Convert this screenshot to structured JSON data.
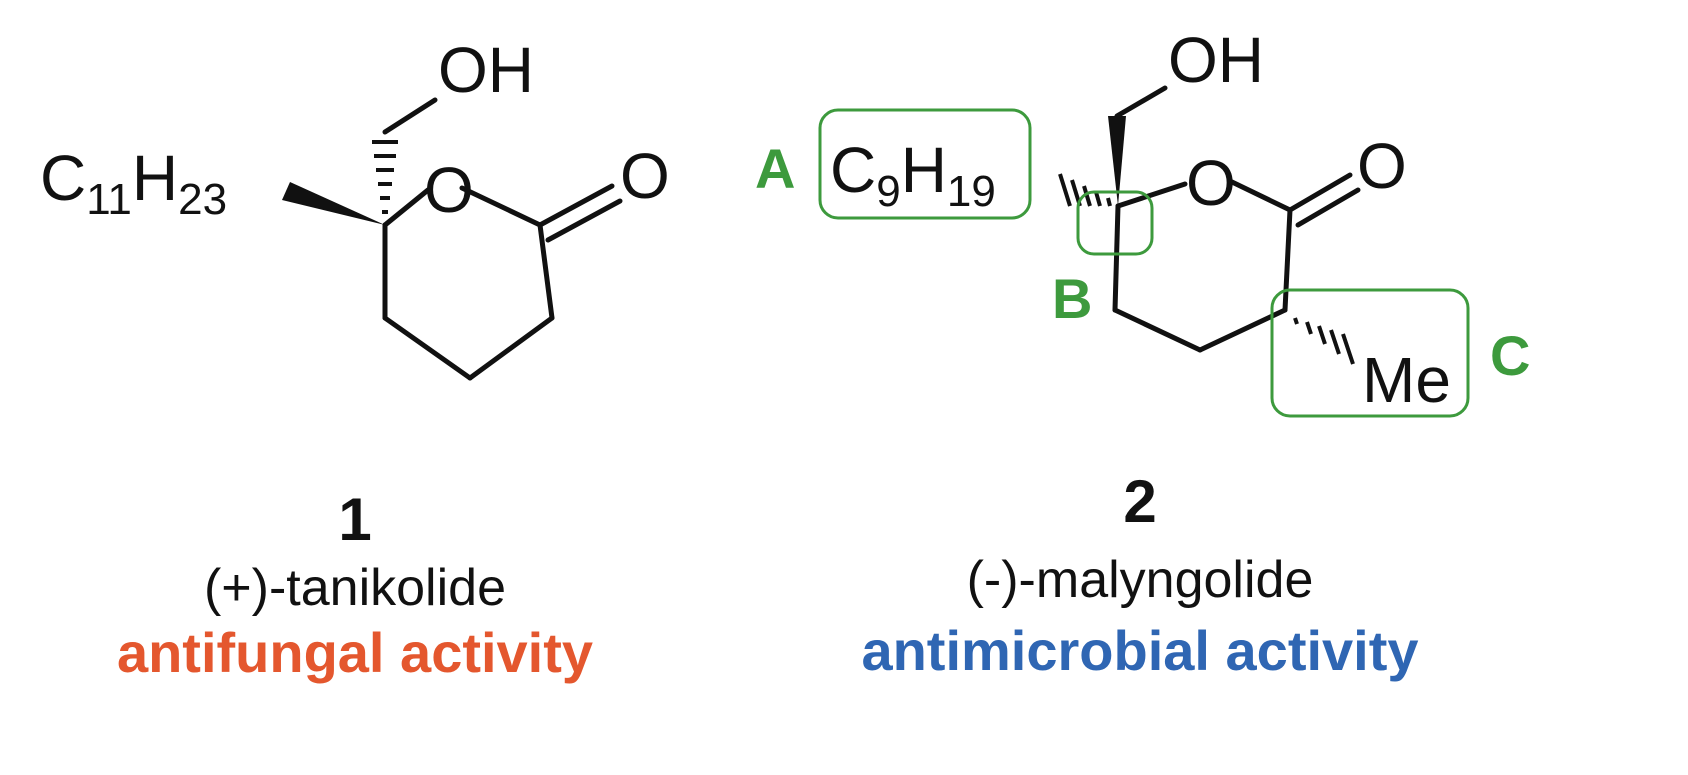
{
  "colors": {
    "highlight": "#3d9a3d",
    "antifungal": "#e4572e",
    "antimicrobial": "#2f66b3",
    "ink": "#111111"
  },
  "compound1": {
    "number": "1",
    "name": "(+)-tanikolide",
    "activity": "antifungal activity",
    "hydroxyl": "OH",
    "ring_oxygen": "O",
    "carbonyl_oxygen": "O",
    "chain_c": "C",
    "chain_c_count": "11",
    "chain_h": "H",
    "chain_h_count": "23"
  },
  "compound2": {
    "number": "2",
    "name": "(-)-malyngolide",
    "activity": "antimicrobial activity",
    "hydroxyl": "OH",
    "ring_oxygen": "O",
    "carbonyl_oxygen": "O",
    "chain_c": "C",
    "chain_c_count": "9",
    "chain_h": "H",
    "chain_h_count": "19",
    "methyl": "Me",
    "labels": {
      "a": "A",
      "b": "B",
      "c": "C"
    }
  }
}
